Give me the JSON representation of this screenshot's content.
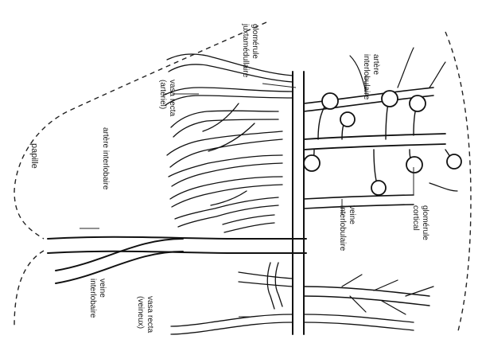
{
  "labels": {
    "glomerule_paramedullaire": [
      "glomérule",
      "juxtamédullaire"
    ],
    "artere_interlobulaire": [
      "artère",
      "interlobulaire"
    ],
    "vasa_recta_arteriel": [
      "vasa recta",
      "(artériel)"
    ],
    "artere_interlobaire": "artère interlobaire",
    "papille": "papille",
    "glomerule_cortical": [
      "glomérule",
      "cortical"
    ],
    "veine_interlobulaire": [
      "veine",
      "interlobulaire"
    ],
    "veine_interlobaire": [
      "veine",
      "interlobaire"
    ],
    "vasa_recta_veineux": [
      "vasa recta",
      "(veineux)"
    ]
  }
}
